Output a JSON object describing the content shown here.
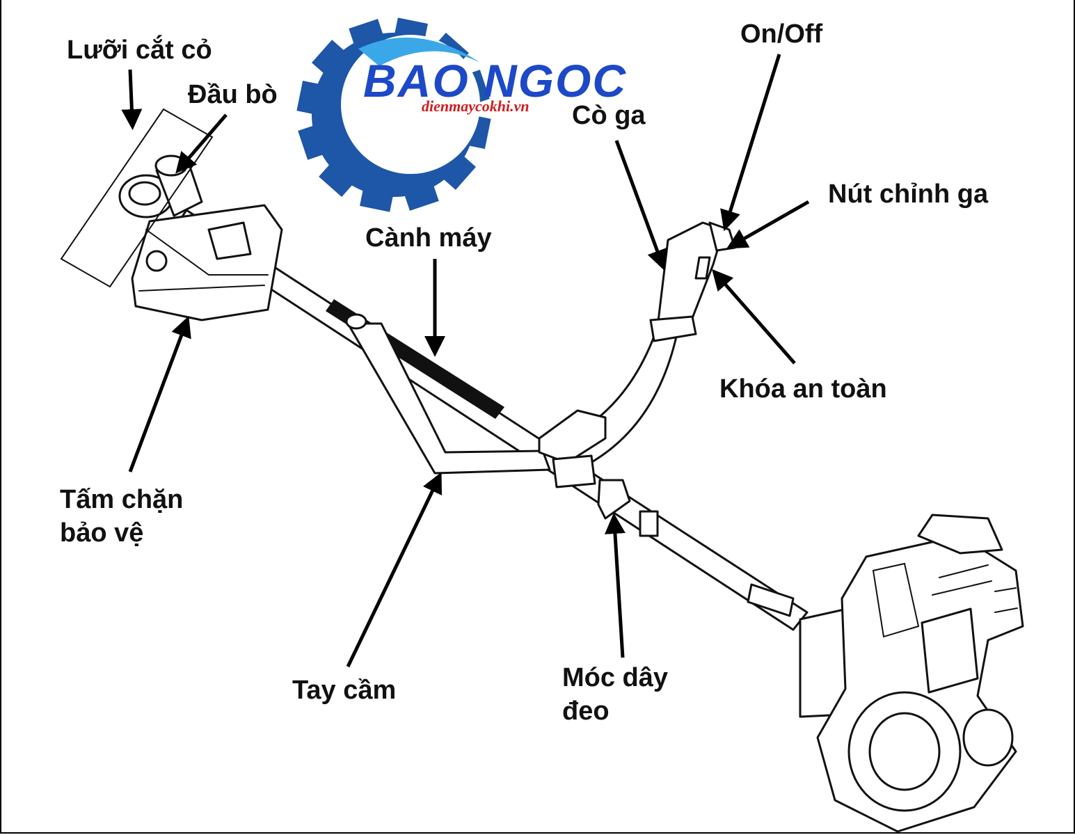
{
  "logo": {
    "name": "BAO NGOC",
    "website": "dienmaycokhi.vn",
    "gear_color": "#1e56a8",
    "name_color": "#1d49c8",
    "website_color": "#d11c1c"
  },
  "labels": {
    "blade": "Lưỡi cắt cỏ",
    "gear_head": "Đầu bò",
    "throttle_trigger": "Cò ga",
    "on_off": "On/Off",
    "throttle_adjust": "Nút chỉnh ga",
    "shaft": "Cành máy",
    "safety_lock": "Khóa an toàn",
    "guard_line1": "Tấm chặn",
    "guard_line2": "bảo vệ",
    "handle": "Tay cầm",
    "strap_hook_line1": "Móc dây",
    "strap_hook_line2": "đeo"
  }
}
